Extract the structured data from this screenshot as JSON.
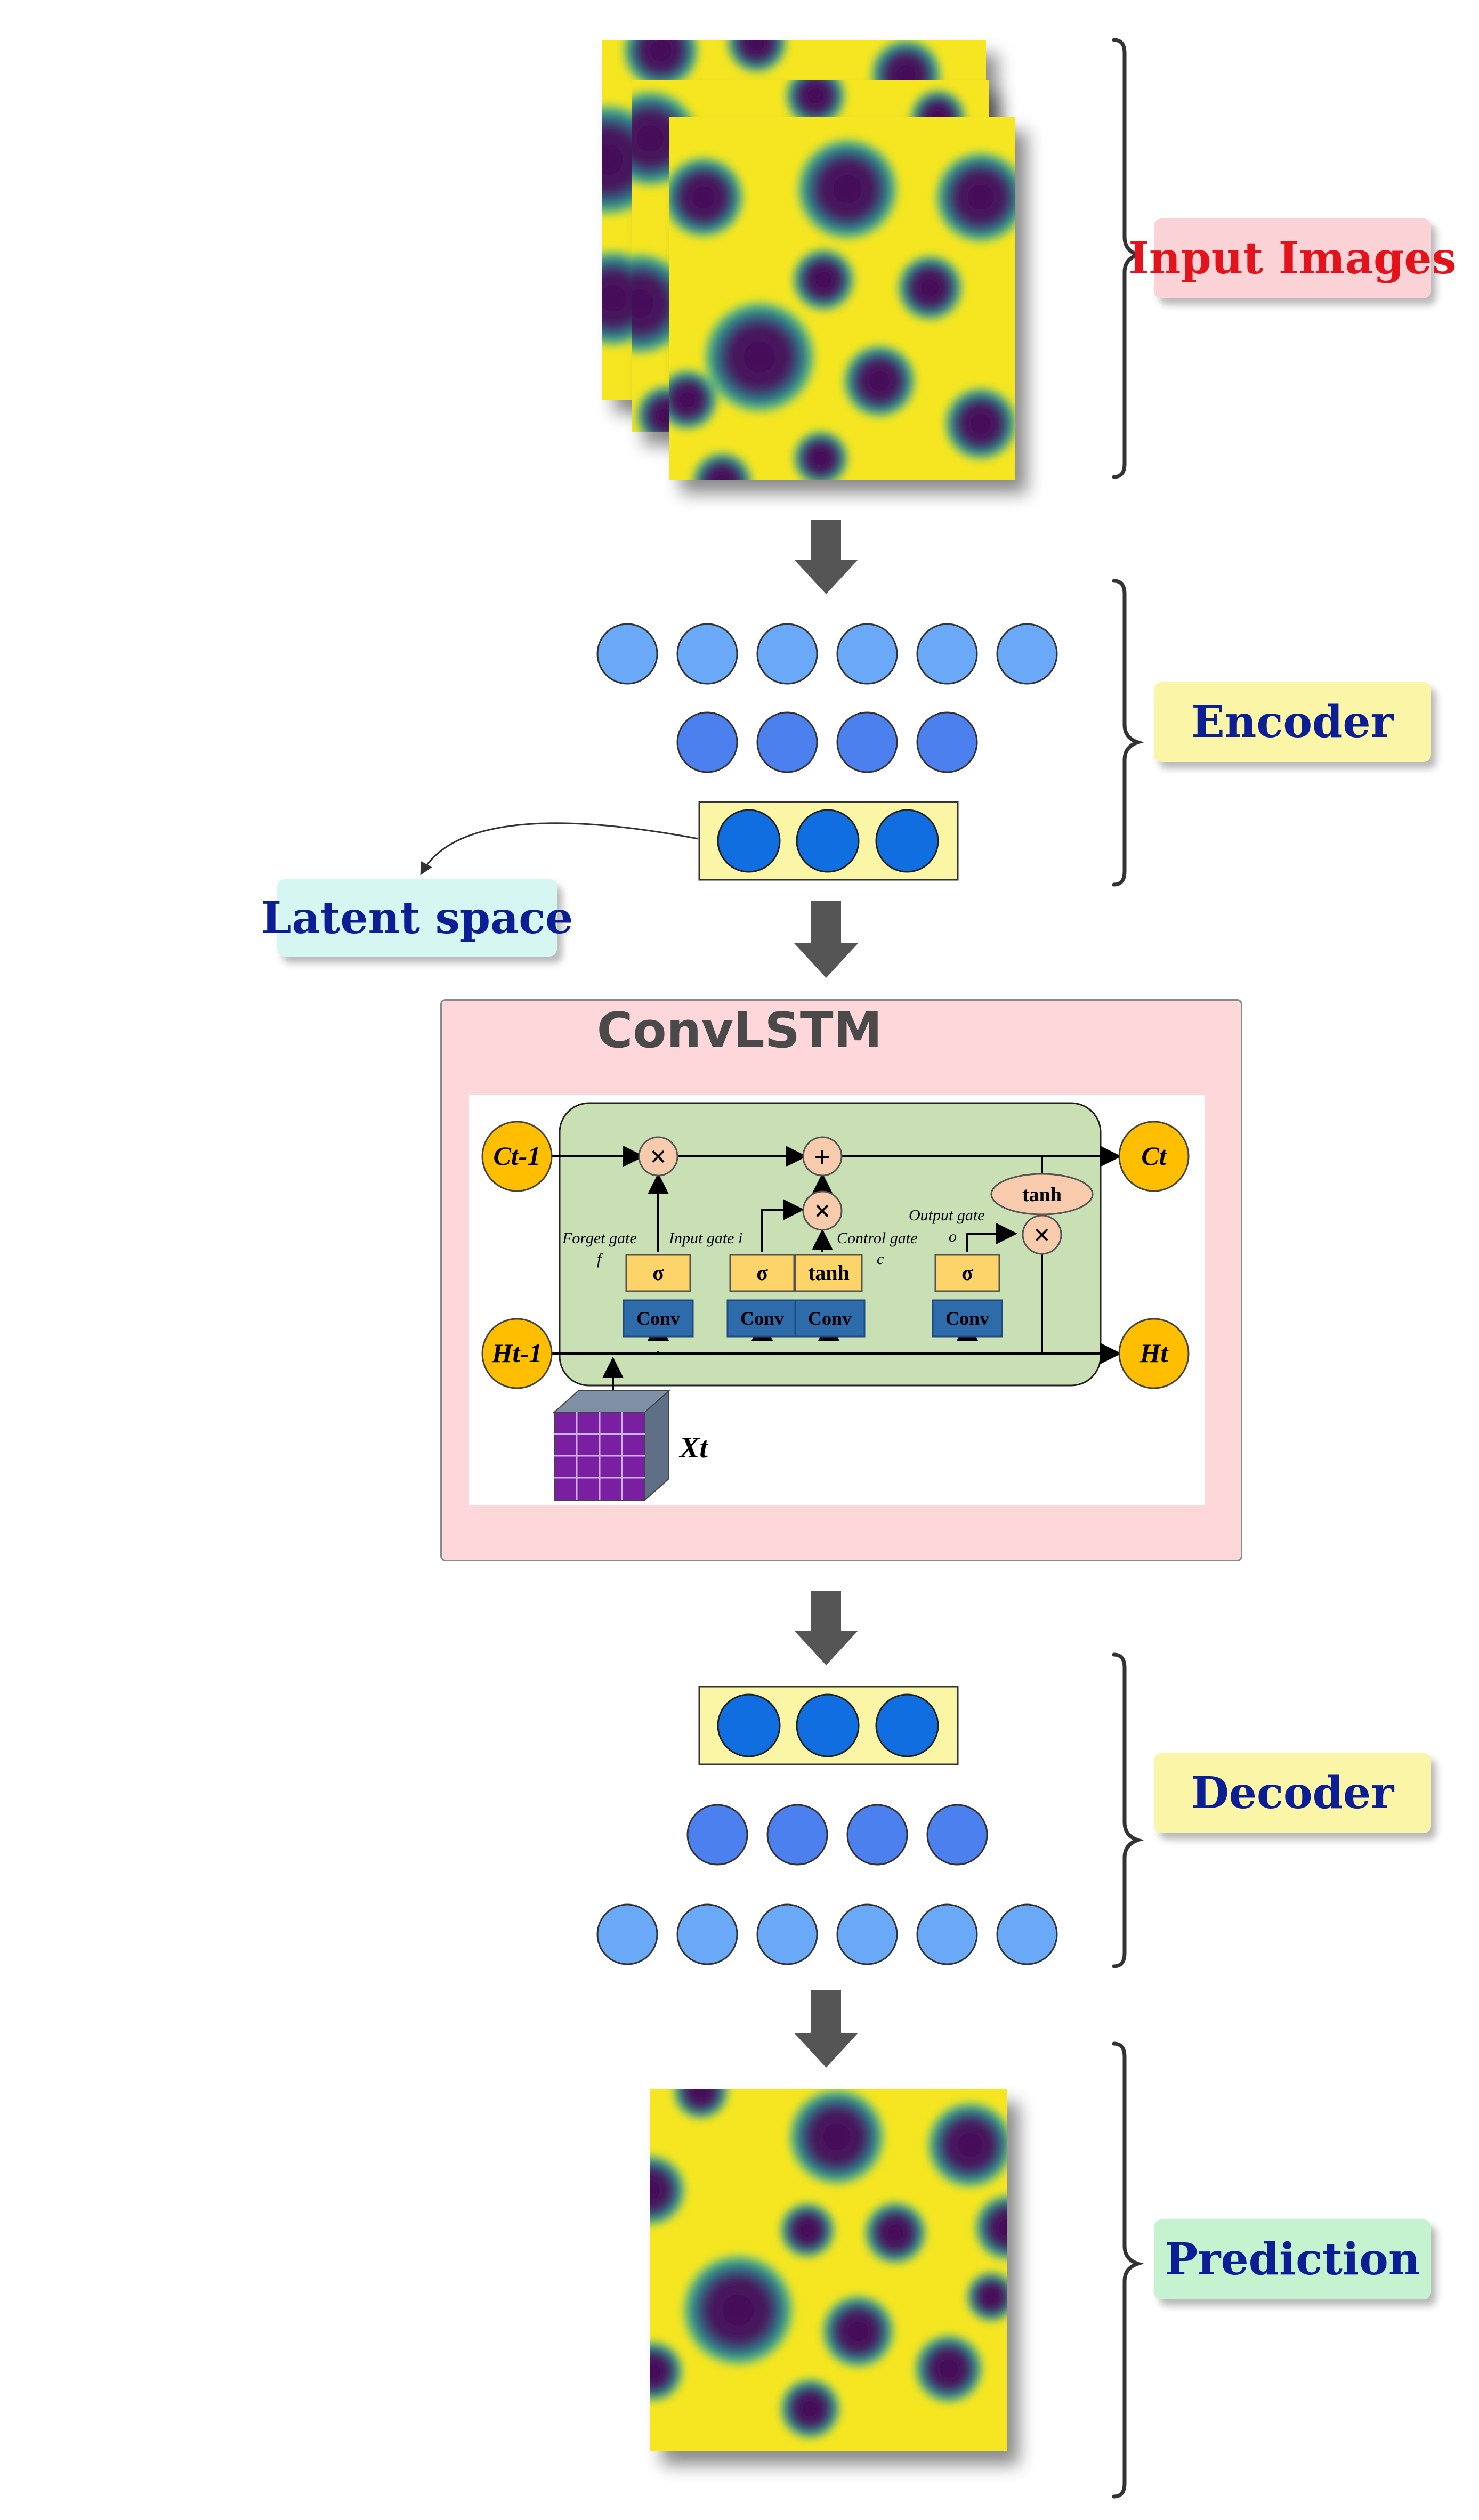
{
  "labels": {
    "input_images": "Input Images",
    "encoder": "Encoder",
    "latent_space": "Latent space",
    "convlstm": "ConvLSTM",
    "decoder": "Decoder",
    "prediction": "Prediction"
  },
  "cell": {
    "c_prev": "Ct-1",
    "c_next": "Ct",
    "h_prev": "Ht-1",
    "h_next": "Ht",
    "x_in": "Xt",
    "forget_gate": "Forget gate",
    "forget_sym": "f",
    "input_gate": "Input gate i",
    "control_gate": "Control gate",
    "control_sym": "c",
    "output_gate": "Output gate",
    "output_sym": "o",
    "sigma": "σ",
    "tanh": "tanh",
    "conv": "Conv",
    "times": "×",
    "plus": "+"
  },
  "colors": {
    "input_tag_bg": "#fbd3d6",
    "input_tag_fg": "#e3121b",
    "encoder_tag_bg": "#fbf5a8",
    "latent_tag_bg": "#d6f6f2",
    "decoder_tag_bg": "#fbf5a8",
    "prediction_tag_bg": "#c6f3cf",
    "tag_fg": "#0b1e96",
    "node_light": "#69a9f7",
    "node_mid": "#4d80ef",
    "node_dark": "#106ee0",
    "latent_box": "#fbf5a6",
    "arrow": "#555555",
    "cell_bg": "#c8e0b4",
    "gate_yellow": "#fdd469",
    "conv_blue": "#2e6bab",
    "op_pink": "#f8cbad",
    "state_gold": "#ffbe00",
    "map_yellow": "#f6e620",
    "map_purple": "#4a0f5c"
  }
}
